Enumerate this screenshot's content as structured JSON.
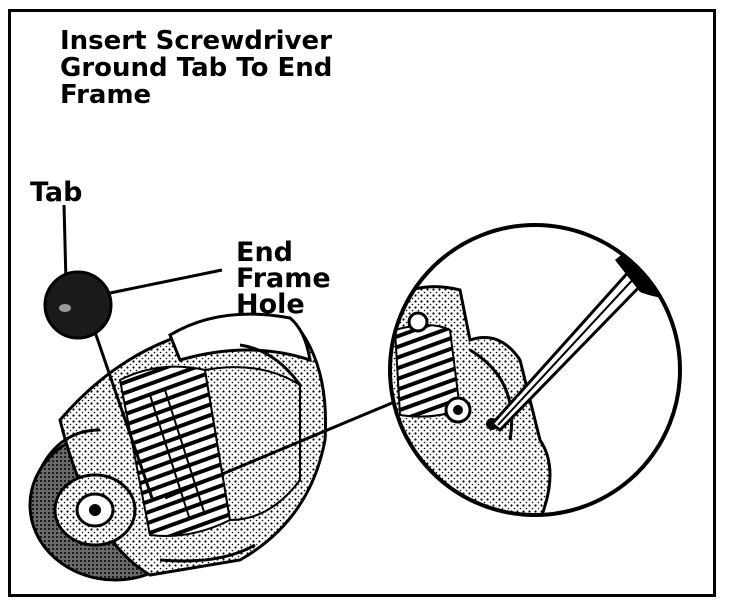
{
  "diagram": {
    "caption_lines": [
      "Insert Screwdriver",
      "Ground Tab To End",
      "Frame"
    ],
    "labels": {
      "tab": "Tab",
      "end_frame_hole_lines": [
        "End",
        "Frame",
        "Hole"
      ]
    },
    "colors": {
      "ink": "#000000",
      "paper": "#ffffff",
      "shade": "#8a8a8a"
    }
  }
}
